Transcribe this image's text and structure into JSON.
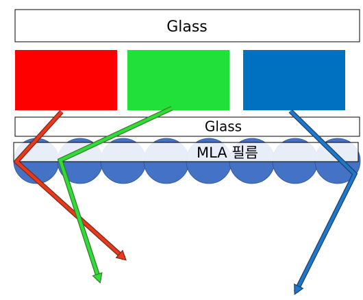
{
  "labels": {
    "top_glass": "Glass",
    "middle_glass": "Glass",
    "mla_film": "MLA 필름"
  },
  "colors": {
    "red_subpixel": "#ff0000",
    "green_subpixel": "#22e03a",
    "blue_subpixel": "#0070c0",
    "microlens": "#4472c4",
    "microlens_stroke": "#2f528f",
    "red_ray": "#e8391c",
    "green_ray": "#2fdc3a",
    "blue_ray": "#1f77c9",
    "ray_outline": "#7a2a1a",
    "green_ray_outline": "#3a7a2a",
    "blue_ray_outline": "#1a3f6b",
    "border": "#000000"
  },
  "icons": {
    "rays": "arrow",
    "lenses": "semicircle-microlens"
  }
}
